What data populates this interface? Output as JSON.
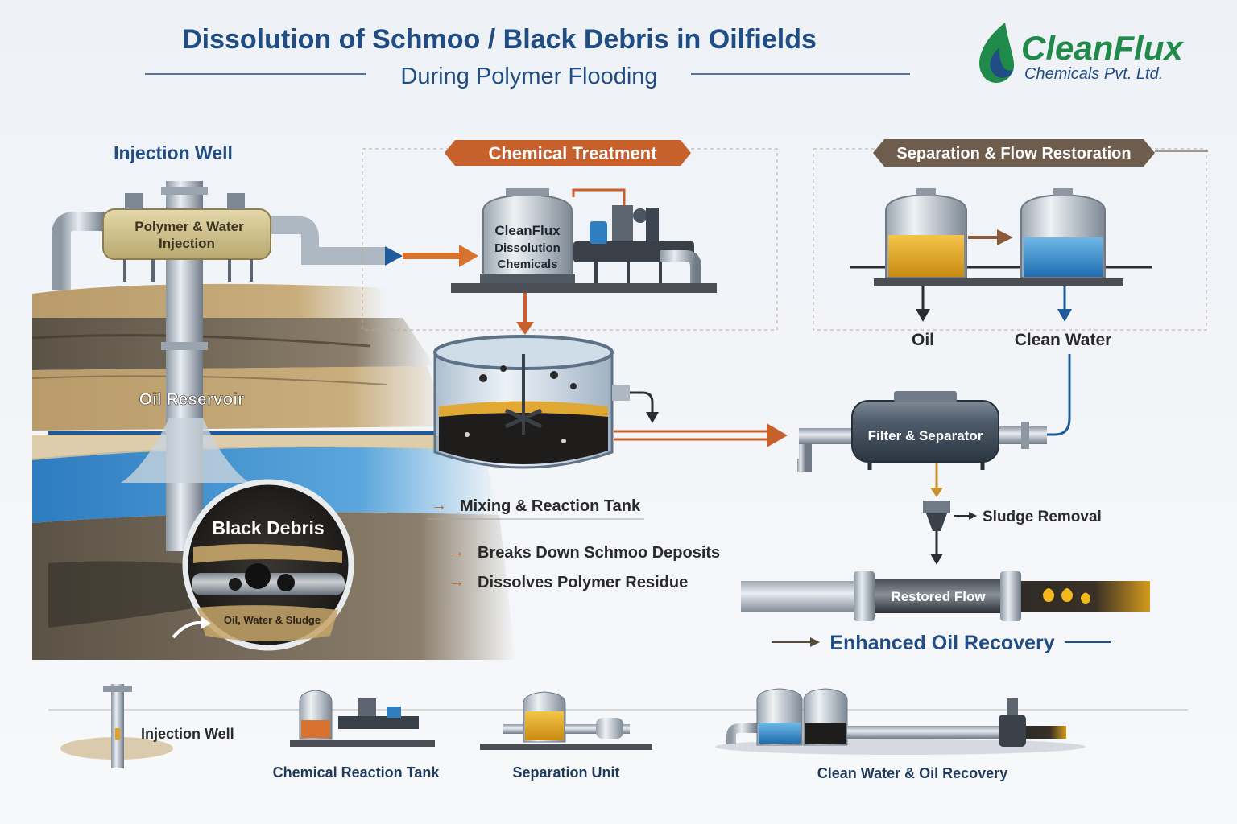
{
  "header": {
    "title": "Dissolution of Schmoo / Black Debris in Oilfields",
    "subtitle": "During Polymer Flooding"
  },
  "logo": {
    "name": "CleanFlux",
    "tagline": "Chemicals Pvt. Ltd."
  },
  "sections": {
    "injection_well": "Injection Well",
    "chemical_treatment": "Chemical Treatment",
    "separation": "Separation & Flow Restoration"
  },
  "well": {
    "injection_label_line1": "Polymer & Water",
    "injection_label_line2": "Injection",
    "reservoir_label": "Oil Reservoir",
    "debris_label": "Black Debris",
    "debris_sub": "Oil, Water & Sludge"
  },
  "chemical_unit": {
    "line1": "CleanFlux",
    "line2": "Dissolution",
    "line3": "Chemicals"
  },
  "process_steps": [
    "Mixing & Reaction Tank",
    "Breaks Down Schmoo Deposits",
    "Dissolves Polymer Residue"
  ],
  "separation": {
    "oil": "Oil",
    "clean_water": "Clean Water",
    "filter": "Filter & Separator",
    "sludge": "Sludge Removal",
    "restored": "Restored Flow",
    "recovery": "Enhanced Oil Recovery"
  },
  "footer": [
    "Injection Well",
    "Chemical Reaction Tank",
    "Separation Unit",
    "Clean Water & Oil Recovery"
  ],
  "colors": {
    "title_blue": "#1f4d84",
    "accent_orange": "#c8602c",
    "section_brown": "#6e5d4c",
    "logo_green": "#1f8a4a",
    "water_blue": "#2f7fc0",
    "oil_amber": "#e0a322"
  }
}
